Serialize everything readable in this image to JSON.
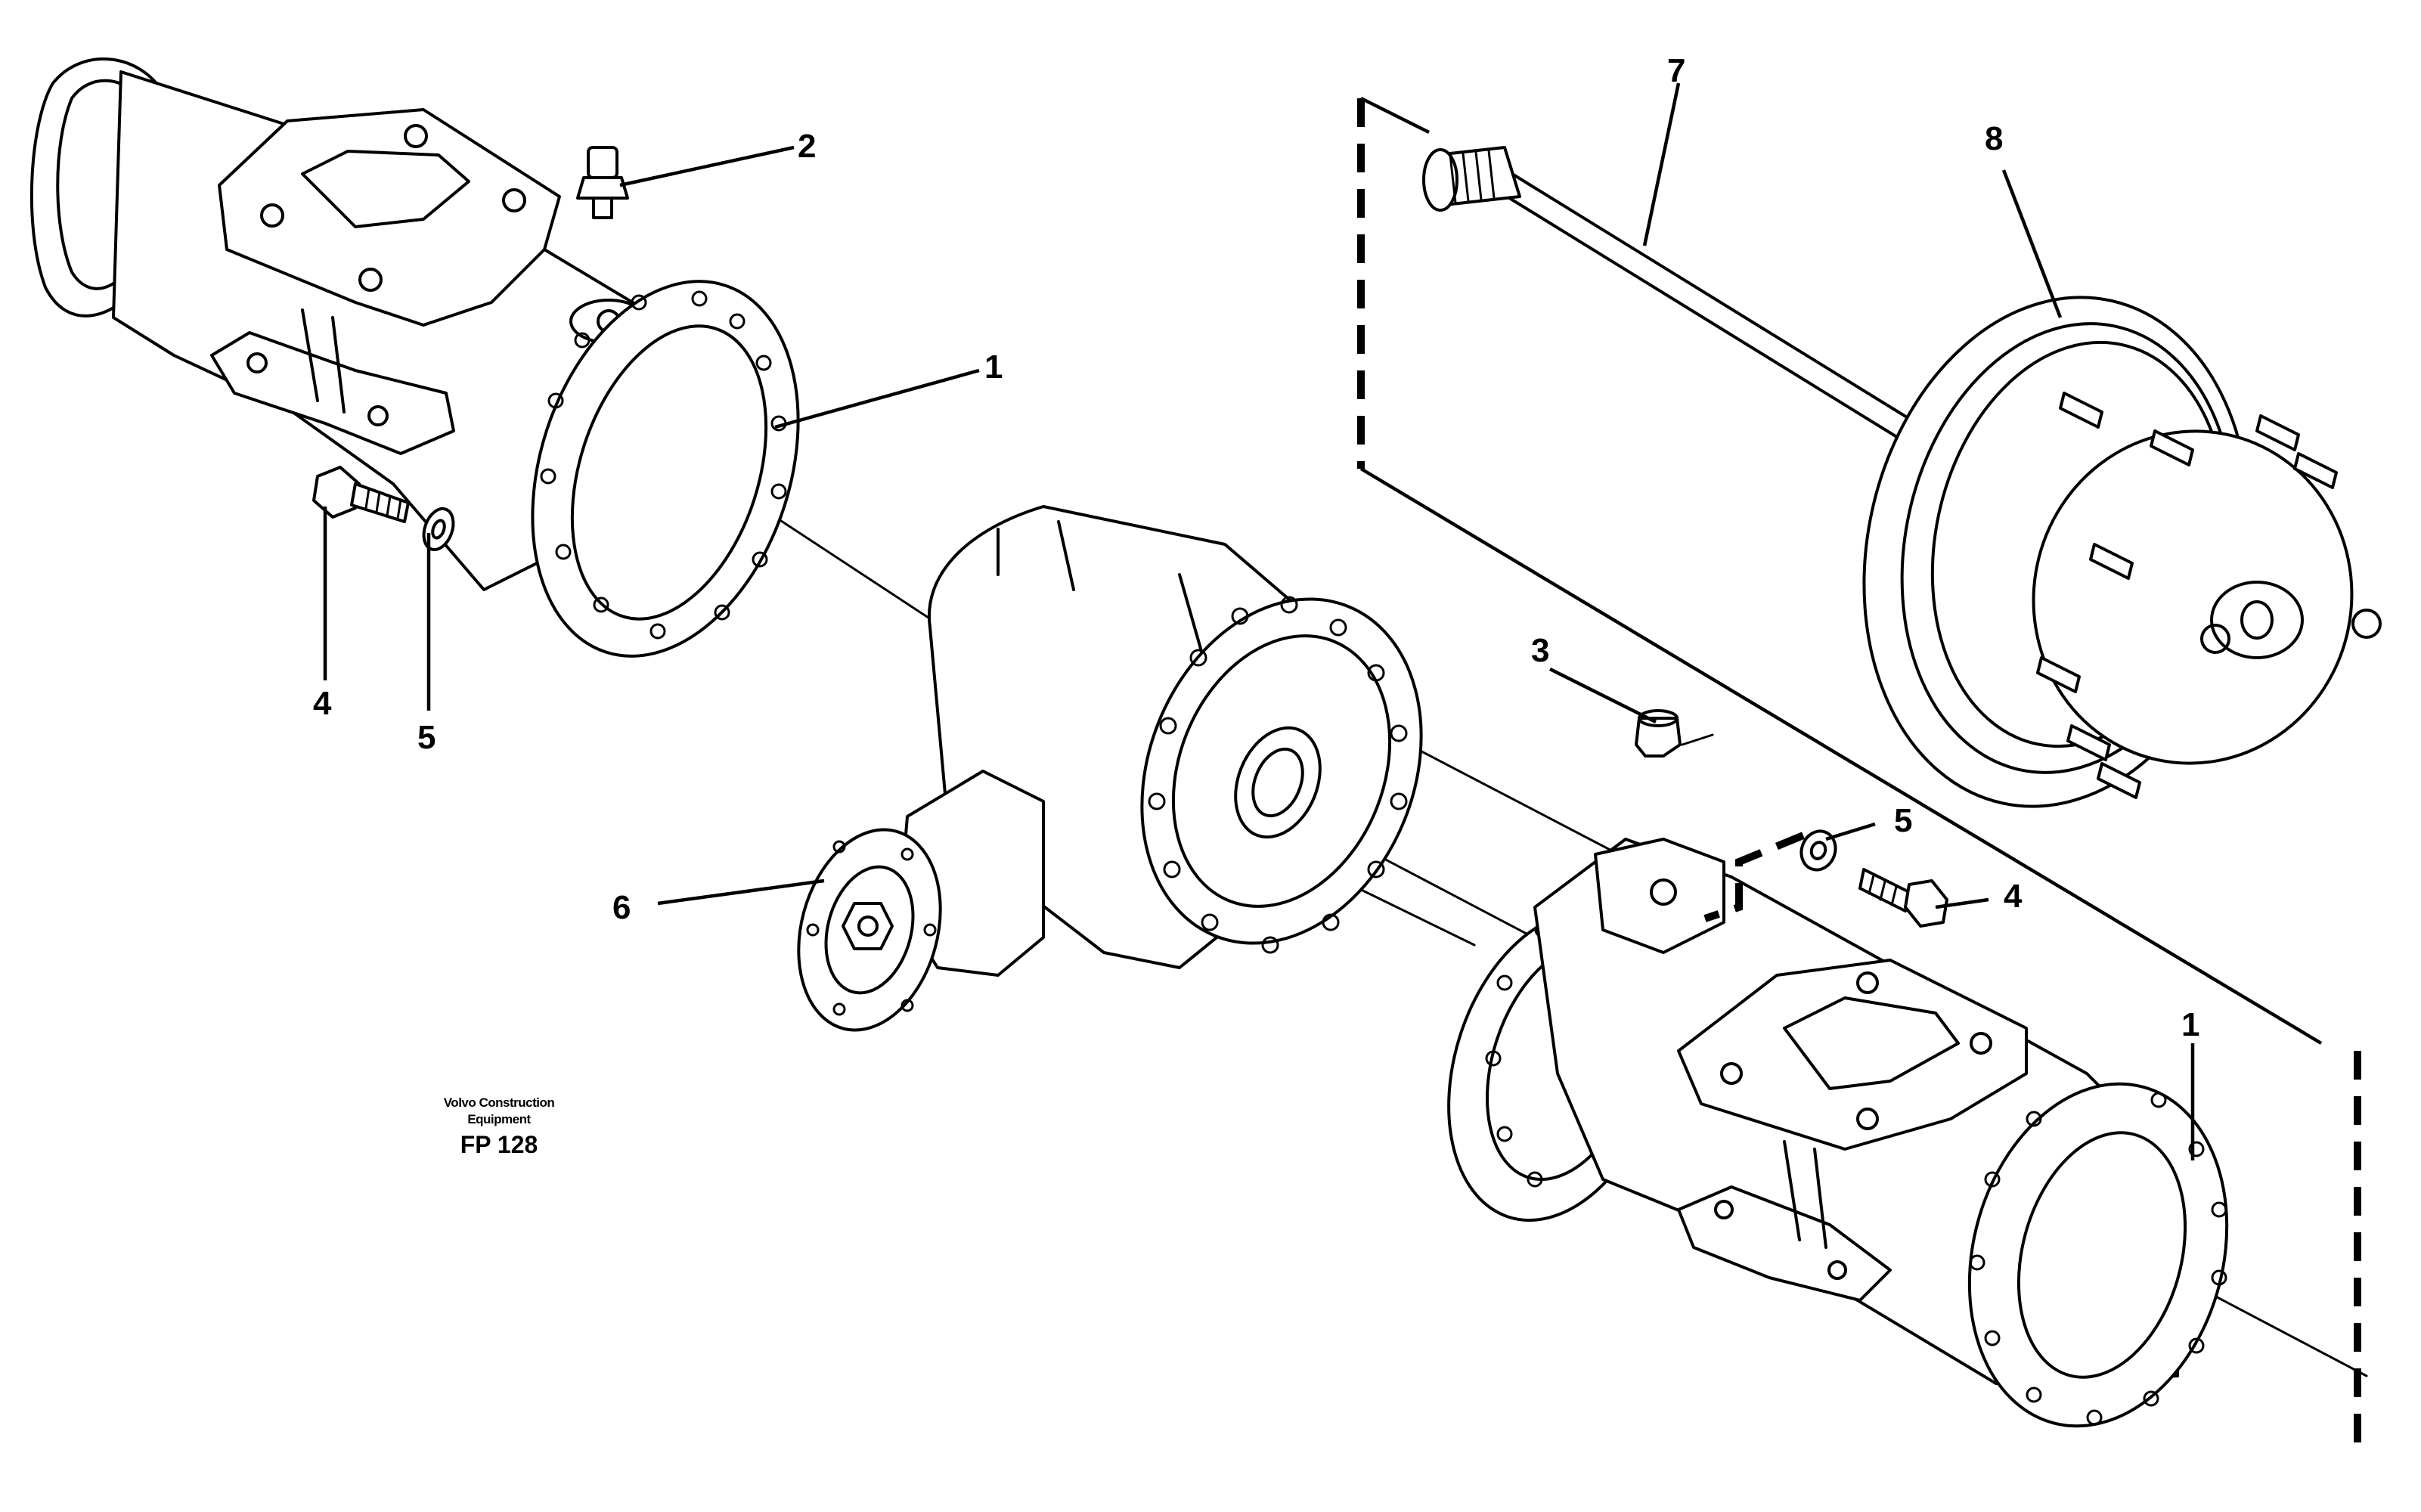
{
  "callouts": {
    "c1a": "1",
    "c1b": "1",
    "c2": "2",
    "c3": "3",
    "c4a": "4",
    "c4b": "4",
    "c5a": "5",
    "c5b": "5",
    "c6": "6",
    "c7": "7",
    "c8": "8"
  },
  "caption": {
    "company_line1": "Volvo Construction",
    "company_line2": "Equipment",
    "figure_code": "FP 128"
  }
}
